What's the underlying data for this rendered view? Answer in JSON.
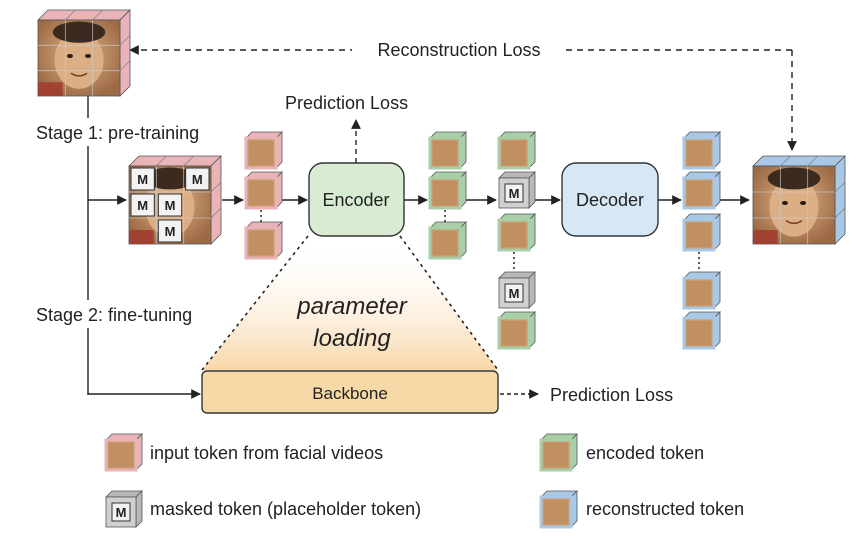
{
  "labels": {
    "reconstruction_loss": "Reconstruction Loss",
    "prediction_loss_top": "Prediction Loss",
    "prediction_loss_bottom": "Prediction Loss",
    "stage1": "Stage 1: pre-training",
    "stage2": "Stage 2: fine-tuning",
    "encoder": "Encoder",
    "decoder": "Decoder",
    "backbone": "Backbone",
    "parameter_loading_line1": "parameter",
    "parameter_loading_line2": "loading",
    "mask_letter": "M"
  },
  "legend": {
    "input_token": "input token from facial videos",
    "masked_token": "masked token (placeholder token)",
    "encoded_token": "encoded token",
    "reconstructed_token": "reconstructed token"
  },
  "colors": {
    "input_tint": "#e8b4b8",
    "encoded_tint": "#a8cfa8",
    "reconstructed_tint": "#a9c8e6",
    "mask_gray": "#b8b8b8",
    "encoder_fill": "#d8ecd3",
    "decoder_fill": "#d6e8f6",
    "backbone_fill": "#f7d9a8",
    "skin": "#c99a6b"
  }
}
